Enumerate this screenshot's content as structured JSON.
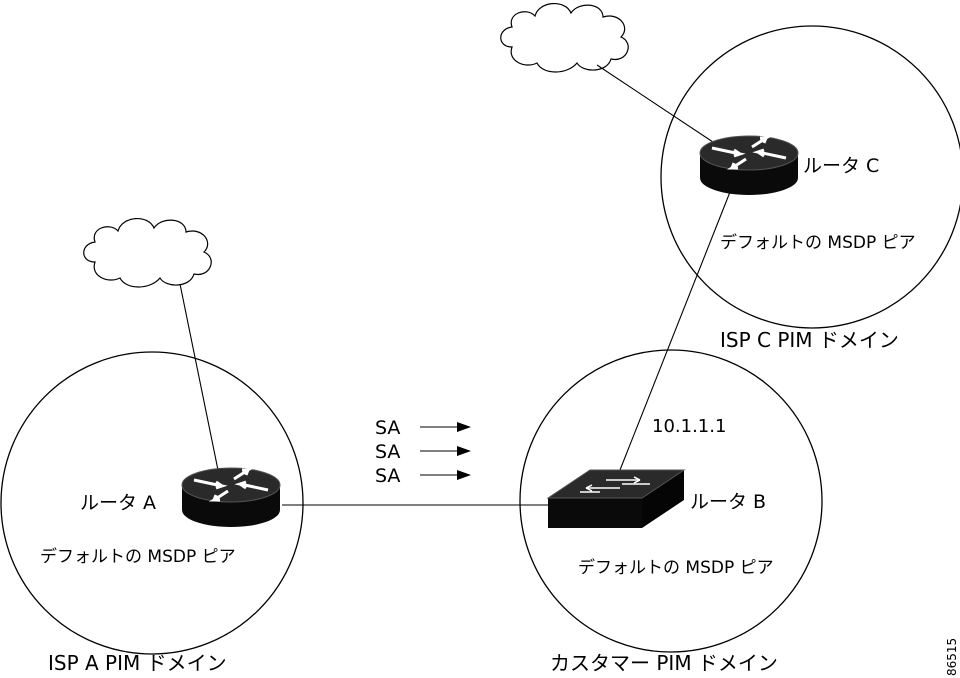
{
  "routers": {
    "a": {
      "name": "ルータ A",
      "role": "デフォルトの MSDP ピア"
    },
    "b": {
      "name": "ルータ B",
      "role": "デフォルトの MSDP ピア"
    },
    "c": {
      "name": "ルータ C",
      "role": "デフォルトの MSDP ピア"
    }
  },
  "domains": {
    "isp_a": "ISP A PIM ドメイン",
    "customer": "カスタマー PIM ドメイン",
    "isp_c": "ISP C PIM ドメイン"
  },
  "link_address": "10.1.1.1",
  "sa_messages": [
    "SA",
    "SA",
    "SA"
  ],
  "figure_id": "86515"
}
